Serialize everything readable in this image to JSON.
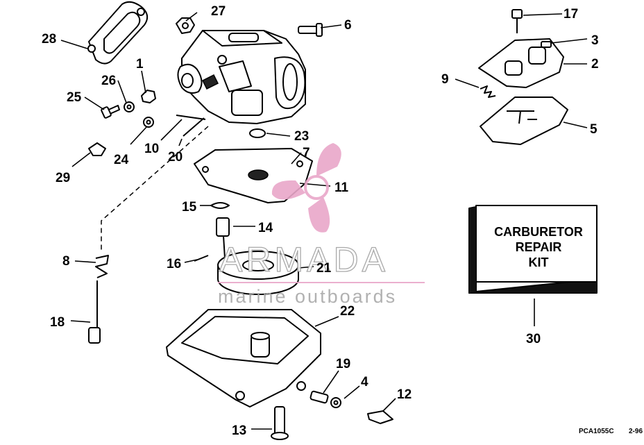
{
  "diagram": {
    "callouts": [
      "27",
      "6",
      "28",
      "1",
      "26",
      "25",
      "24",
      "10",
      "20",
      "23",
      "29",
      "7",
      "11",
      "15",
      "14",
      "8",
      "16",
      "21",
      "18",
      "22",
      "19",
      "4",
      "12",
      "13",
      "17",
      "3",
      "2",
      "9",
      "5",
      "30"
    ],
    "kit_label": [
      "CARBURETOR",
      "REPAIR",
      "KIT"
    ],
    "footer_code": "PCA1055C",
    "footer_date": "2-96"
  },
  "watermark": {
    "brand": "ARMADA",
    "tagline": "marine outboards",
    "color_accent": "#e9a7c9",
    "color_text": "#a0a0a0"
  }
}
